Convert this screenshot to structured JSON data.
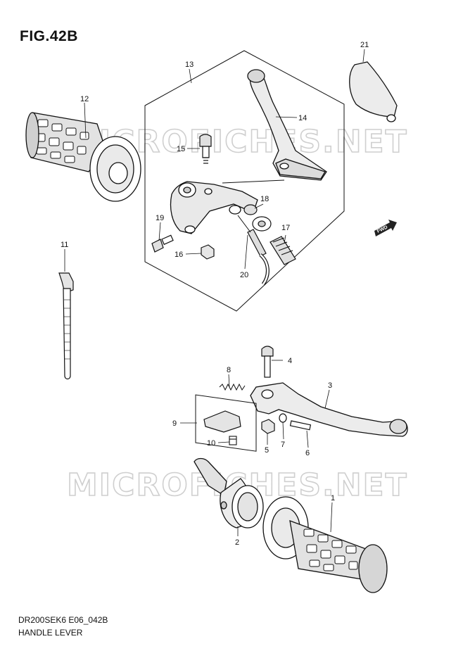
{
  "figure": {
    "title": "FIG.42B",
    "model_code": "DR200SEK6 E06_042B",
    "name": "HANDLE LEVER"
  },
  "watermark": "MICROFICHES.NET",
  "fwd_label": "FWD",
  "callouts": [
    "1",
    "2",
    "3",
    "4",
    "5",
    "6",
    "7",
    "8",
    "9",
    "10",
    "11",
    "12",
    "13",
    "14",
    "15",
    "16",
    "17",
    "18",
    "19",
    "20",
    "21"
  ]
}
